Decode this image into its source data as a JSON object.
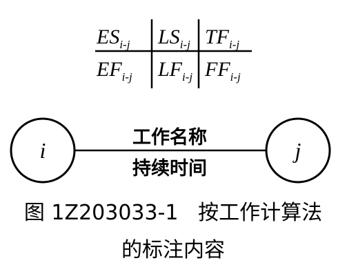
{
  "legend_table": {
    "top_row": [
      {
        "main": "ES",
        "sub": "i-j"
      },
      {
        "main": "LS",
        "sub": "i-j"
      },
      {
        "main": "TF",
        "sub": "i-j"
      }
    ],
    "bottom_row": [
      {
        "main": "EF",
        "sub": "i-j"
      },
      {
        "main": "LF",
        "sub": "i-j"
      },
      {
        "main": "FF",
        "sub": "i-j"
      }
    ]
  },
  "activity": {
    "start_node": "i",
    "end_node": "j",
    "label_top": "工作名称",
    "label_bottom": "持续时间"
  },
  "caption": {
    "line1": "图 1Z203033-1   按工作计算法",
    "line2": "的标注内容"
  }
}
